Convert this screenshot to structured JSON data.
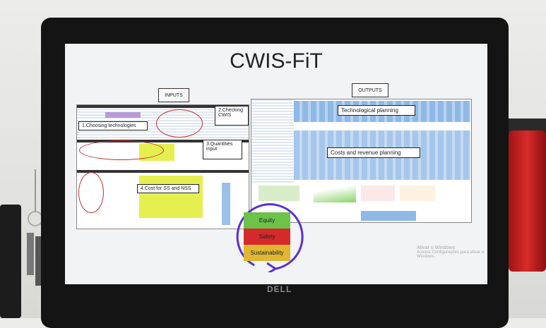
{
  "slide": {
    "title": "CWIS-FiT",
    "inputs_label": "INPUTS",
    "outputs_label": "OUTPUTS",
    "inputs_callouts": [
      "1.Choosing technologies",
      "2.Checking CWIS",
      "3.Quantities input",
      "4.Cost for SS and NSS"
    ],
    "outputs_callouts": [
      "Technological planning",
      "Costs and revenue planning"
    ],
    "pillars": [
      {
        "label": "Equity",
        "color": "#6cc24a"
      },
      {
        "label": "Safety",
        "color": "#d62a2a"
      },
      {
        "label": "Sustainability",
        "color": "#e0b632"
      }
    ],
    "cycle_color": "#5a2fd0"
  },
  "watermark": {
    "line1": "Ativar o Windows",
    "line2": "Acesse Configurações para ativar o Windows."
  },
  "monitor": {
    "brand": "DELL"
  }
}
